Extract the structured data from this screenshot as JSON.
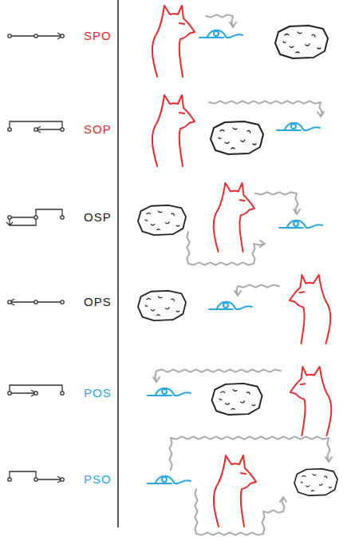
{
  "diagram": {
    "labels": [
      "SPO",
      "SOP",
      "OSP",
      "OPS",
      "POS",
      "PSO"
    ]
  }
}
